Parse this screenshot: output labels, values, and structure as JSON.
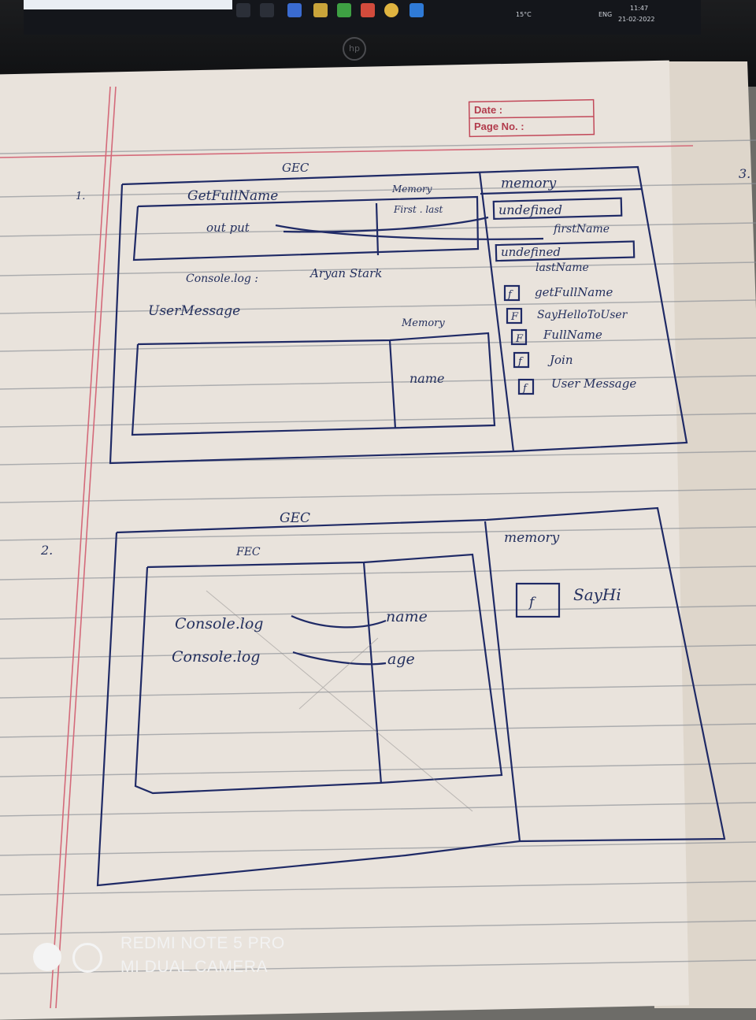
{
  "stamp": {
    "date_label": "Date :",
    "page_no_label": "Page No. :"
  },
  "page_number_right": "3.",
  "section1": {
    "number": "1.",
    "gec_label": "GEC",
    "fn_title": "GetFullName",
    "fn_memory_label": "Memory",
    "fn_memory_vars": "First . last",
    "output_label": "out put",
    "console_log": "Console.log :",
    "console_log_value": "Aryan Stark",
    "usermessage_title": "UserMessage",
    "usermessage_memory_label": "Memory",
    "usermessage_var": "name",
    "memory_title": "memory",
    "memory_items": [
      {
        "marker": "",
        "text": "undefined"
      },
      {
        "marker": "",
        "text": "firstName"
      },
      {
        "marker": "",
        "text": "undefined"
      },
      {
        "marker": "",
        "text": "lastName"
      },
      {
        "marker": "f",
        "text": "getFullName"
      },
      {
        "marker": "F",
        "text": "SayHelloToUser"
      },
      {
        "marker": "F",
        "text": "FullName"
      },
      {
        "marker": "f",
        "text": "Join"
      },
      {
        "marker": "f",
        "text": "User Message"
      }
    ]
  },
  "section2": {
    "number": "2.",
    "gec_label": "GEC",
    "fec_label": "FEC",
    "console_logs": [
      "Console.log",
      "Console.log"
    ],
    "vars": [
      "name",
      "age"
    ],
    "memory_title": "memory",
    "memory_marker": "f",
    "memory_item": "SayHi"
  },
  "watermark": {
    "line1": "REDMI NOTE 5 PRO",
    "line2": "MI DUAL CAMERA"
  },
  "laptop": {
    "brand": "hp",
    "tray_temp": "15°C",
    "tray_lang": "ENG",
    "tray_time": "11:47",
    "tray_date": "21-02-2022"
  }
}
